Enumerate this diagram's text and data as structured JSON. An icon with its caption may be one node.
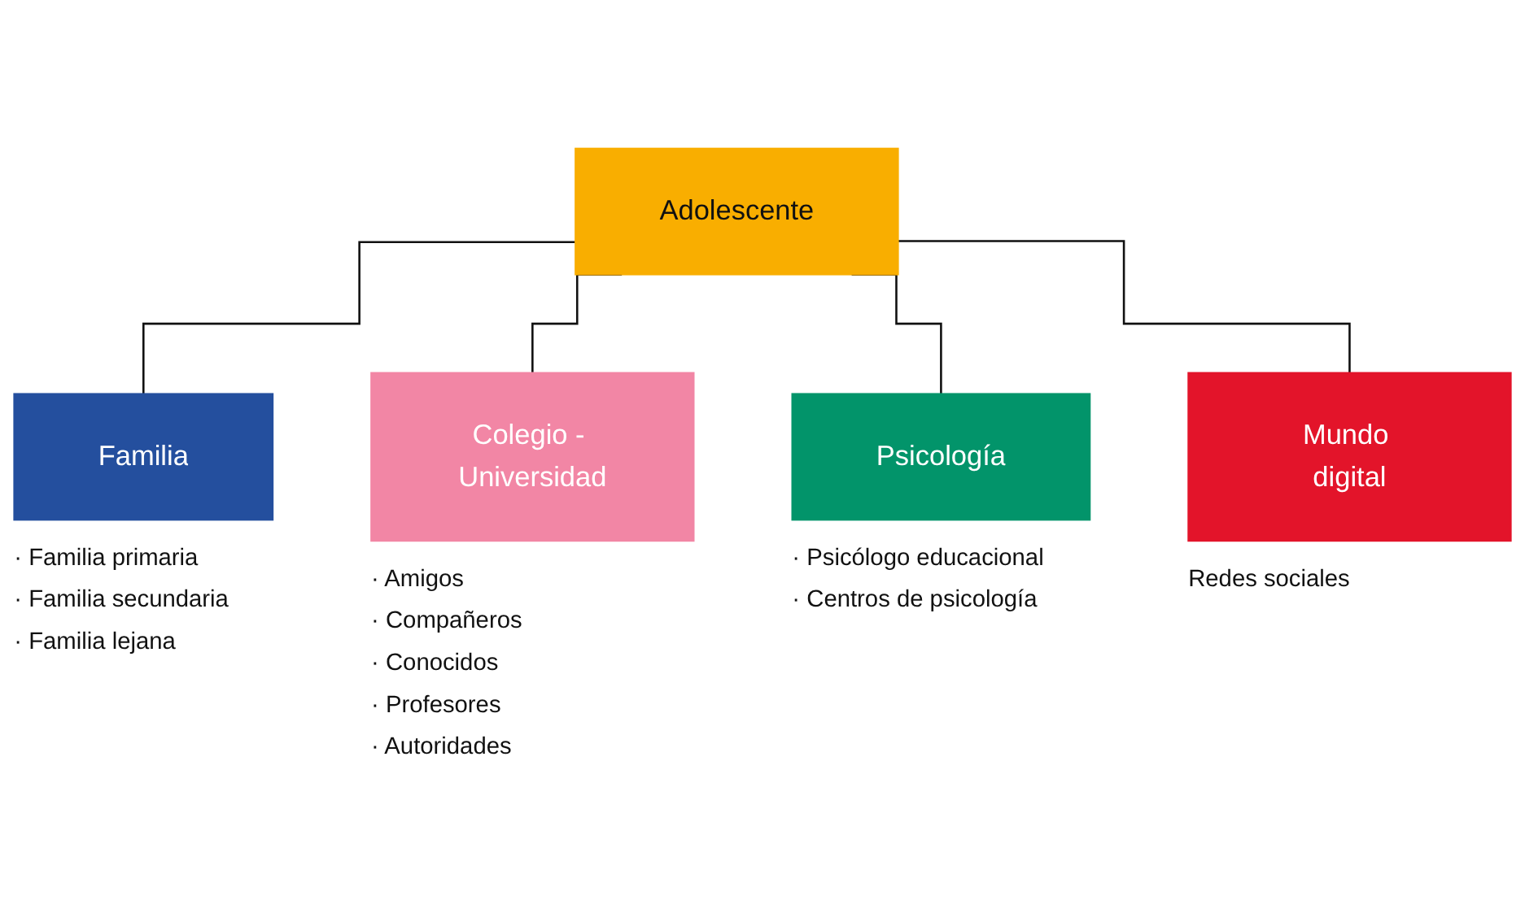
{
  "diagram": {
    "nodes": [
      {
        "text": [
          "Adolescente"
        ]
      },
      {
        "text": [
          "Familia"
        ],
        "beside": [
          "· Familia primaria",
          "· Familia secundaria",
          "· Familia lejana"
        ]
      },
      {
        "text": [
          "Colegio - Universidad"
        ],
        "beside": [
          "· Amigos",
          "· Compañeros",
          "· Conocidos",
          "· Profesores",
          "· Autoridades"
        ]
      },
      {
        "text": [
          "Psicología"
        ],
        "beside": [
          "· Psicólogo educacional",
          "· Centros de psicología"
        ]
      },
      {
        "text": [
          "Mundo digital"
        ],
        "beside": [
          "Redes sociales"
        ]
      }
    ],
    "edges": [
      {
        "from": 0,
        "to": 1,
        "arrow": "none"
      },
      {
        "from": 0,
        "to": 2,
        "arrow": "none"
      },
      {
        "from": 0,
        "to": 3,
        "arrow": "none"
      },
      {
        "from": 0,
        "to": 4,
        "arrow": "none"
      }
    ]
  }
}
